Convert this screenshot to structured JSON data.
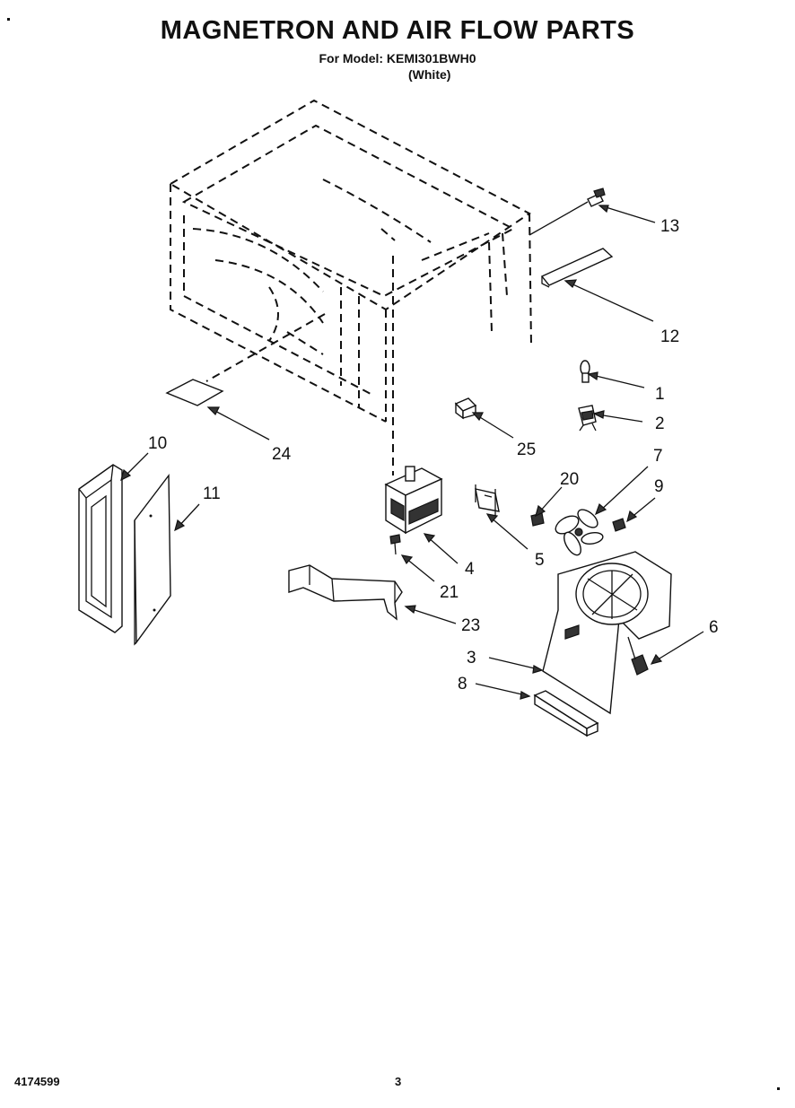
{
  "header": {
    "title": "MAGNETRON AND AIR FLOW PARTS",
    "model_line": "For Model: KEMI301BWH0",
    "variant": "(White)"
  },
  "footer": {
    "doc_number": "4174599",
    "page_number": "3"
  },
  "callouts": [
    "13",
    "12",
    "1",
    "2",
    "25",
    "24",
    "10",
    "11",
    "20",
    "7",
    "9",
    "5",
    "4",
    "21",
    "23",
    "6",
    "3",
    "8"
  ]
}
